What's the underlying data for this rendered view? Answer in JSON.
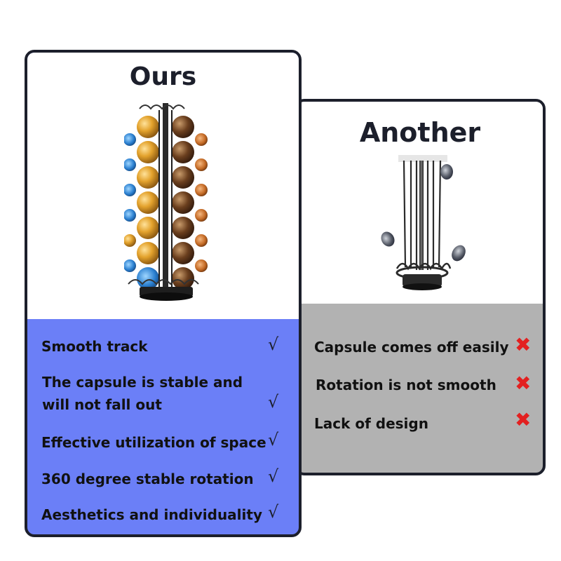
{
  "ours": {
    "title": "Ours",
    "features": [
      {
        "text": "Smooth track",
        "mark": "√"
      },
      {
        "text": "The capsule is stable and",
        "text2": "will not fall out",
        "mark": "√"
      },
      {
        "text": "Effective utilization of space",
        "mark": "√"
      },
      {
        "text": "360 degree stable rotation",
        "mark": "√"
      },
      {
        "text": "Aesthetics and individuality",
        "mark": "√"
      }
    ],
    "product_icon": "capsule-tower-full-icon"
  },
  "another": {
    "title": "Another",
    "features": [
      {
        "text": "Capsule comes off easily",
        "mark": "✖"
      },
      {
        "text": "Rotation is not smooth",
        "mark": "✖"
      },
      {
        "text": "Lack of design",
        "mark": "✖"
      }
    ],
    "product_icon": "capsule-tower-empty-icon"
  },
  "colors": {
    "ours_panel": "#6b7ff7",
    "another_panel": "#b2b2b2",
    "border": "#1c1f2b",
    "cross": "#e32020"
  }
}
